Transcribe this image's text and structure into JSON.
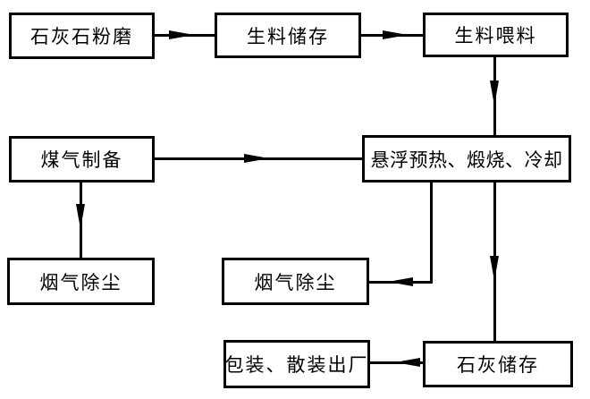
{
  "diagram": {
    "background_color": "#ffffff",
    "line_color": "#000000",
    "nodes": [
      {
        "id": "limestone-grinding",
        "label": "石灰石粉磨"
      },
      {
        "id": "raw-meal-storage",
        "label": "生料储存"
      },
      {
        "id": "raw-meal-feeding",
        "label": "生料喂料"
      },
      {
        "id": "coal-gas-preparation",
        "label": "煤气制备"
      },
      {
        "id": "suspension-preheat-calcine-cool",
        "label": "悬浮预热、煅烧、冷却"
      },
      {
        "id": "flue-gas-dedusting-left",
        "label": "烟气除尘"
      },
      {
        "id": "flue-gas-dedusting-mid",
        "label": "烟气除尘"
      },
      {
        "id": "packing-bulk-shipping",
        "label": "包装、散装出厂"
      },
      {
        "id": "lime-storage",
        "label": "石灰储存"
      }
    ],
    "edges": [
      {
        "from": "limestone-grinding",
        "to": "raw-meal-storage"
      },
      {
        "from": "raw-meal-storage",
        "to": "raw-meal-feeding"
      },
      {
        "from": "raw-meal-feeding",
        "to": "suspension-preheat-calcine-cool"
      },
      {
        "from": "coal-gas-preparation",
        "to": "suspension-preheat-calcine-cool"
      },
      {
        "from": "coal-gas-preparation",
        "to": "flue-gas-dedusting-left"
      },
      {
        "from": "suspension-preheat-calcine-cool",
        "to": "flue-gas-dedusting-mid"
      },
      {
        "from": "suspension-preheat-calcine-cool",
        "to": "lime-storage"
      },
      {
        "from": "lime-storage",
        "to": "packing-bulk-shipping"
      }
    ]
  }
}
